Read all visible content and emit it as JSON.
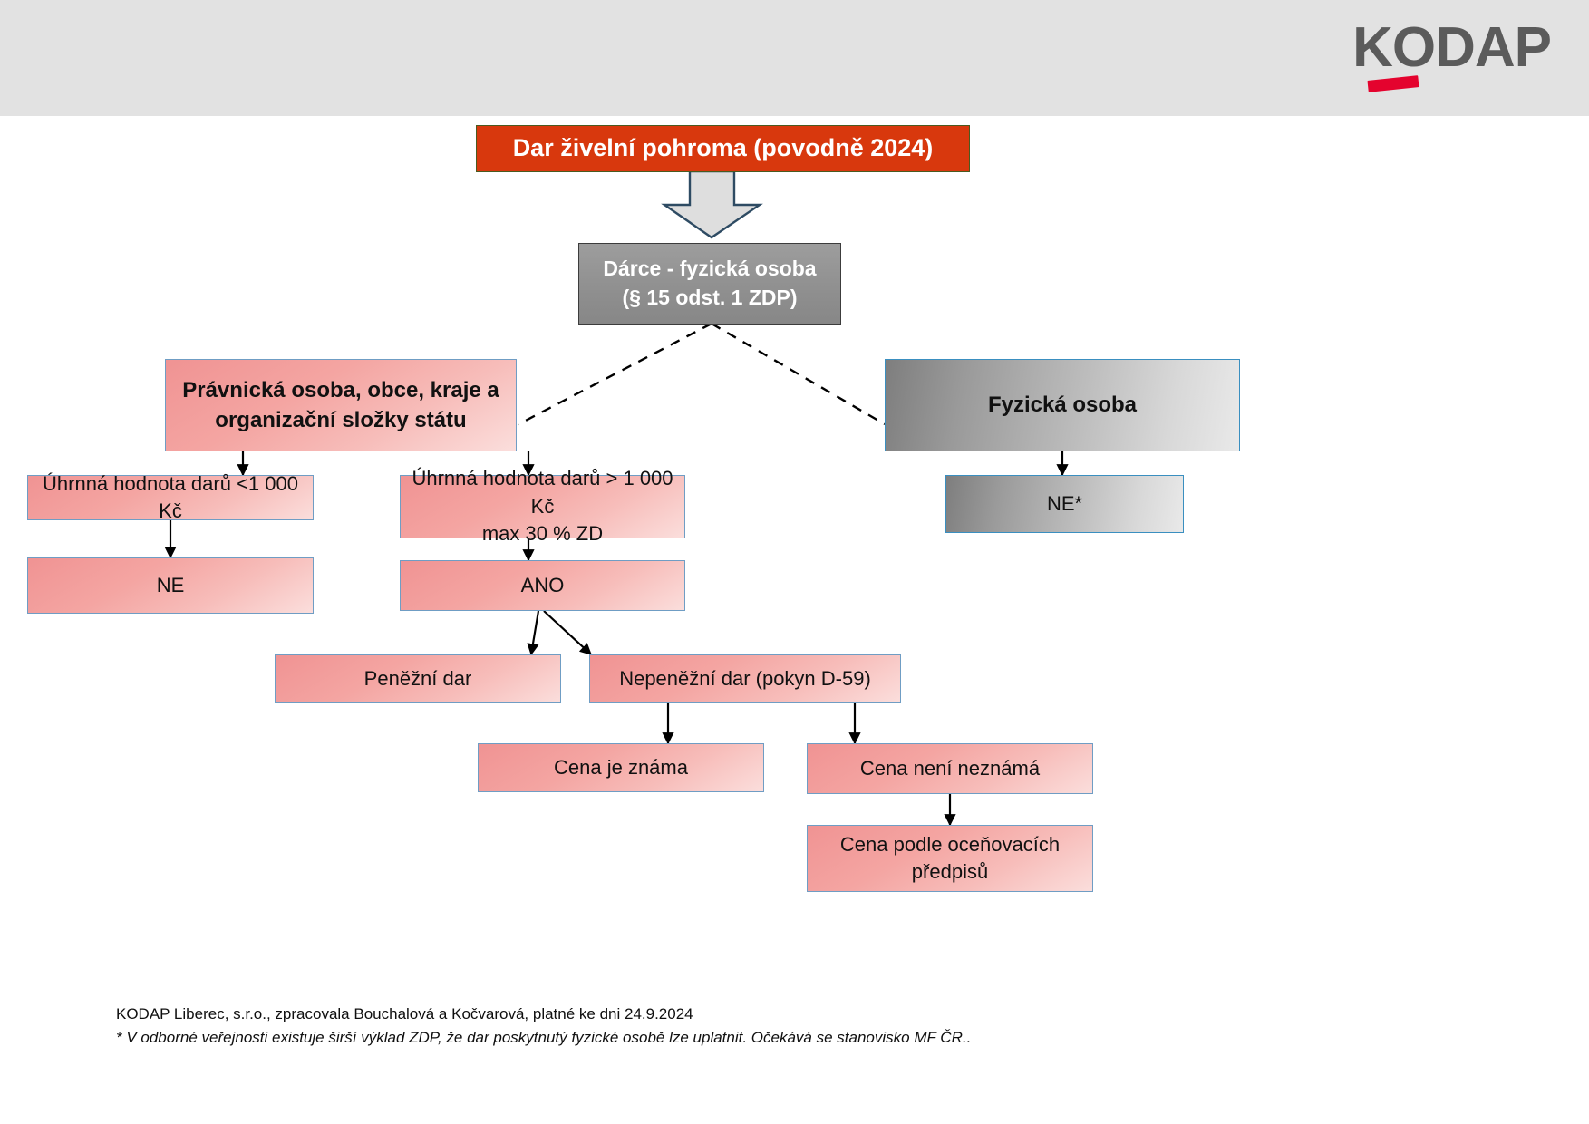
{
  "header": {
    "logo_text": "KODAP",
    "logo_swoosh_color": "#e4032e",
    "band_color": "#e2e2e2"
  },
  "colors": {
    "title_box": "#d8380d",
    "donor_box": "#909090",
    "pink_fill_top": "#f09393",
    "pink_fill_bottom": "#fbdedc",
    "pink_border": "#6f9dc4",
    "grey_border": "#3a8fc0",
    "arrow": "#000000"
  },
  "flow": {
    "title": "Dar živelní pohroma (povodně 2024)",
    "donor": {
      "line1": "Dárce - fyzická osoba",
      "line2": "(§ 15 odst. 1 ZDP)"
    },
    "left_branch": {
      "legal_entity": {
        "line1": "Právnická osoba, obce, kraje a",
        "line2": "organizační složky státu"
      },
      "under_threshold": "Úhrnná hodnota darů <1 000 Kč",
      "under_result": "NE",
      "over_threshold": {
        "line1": "Úhrnná hodnota darů  > 1 000 Kč",
        "line2": "max 30 % ZD"
      },
      "over_result": "ANO",
      "gift_money": "Peněžní dar",
      "gift_nonmoney": "Nepeněžní dar (pokyn D-59)",
      "price_known": "Cena je známa",
      "price_unknown": "Cena není neznámá",
      "price_valuation": {
        "line1": "Cena podle oceňovacích",
        "line2": "předpisů"
      }
    },
    "right_branch": {
      "natural_person": "Fyzická osoba",
      "result": "NE*"
    }
  },
  "footer": {
    "line1": "KODAP Liberec, s.r.o., zpracovala Bouchalová a Kočvarová, platné ke dni 24.9.2024",
    "line2": "* V odborné veřejnosti existuje širší výklad ZDP, že dar poskytnutý fyzické osobě lze uplatnit. Očekává se stanovisko MF ČR.."
  }
}
